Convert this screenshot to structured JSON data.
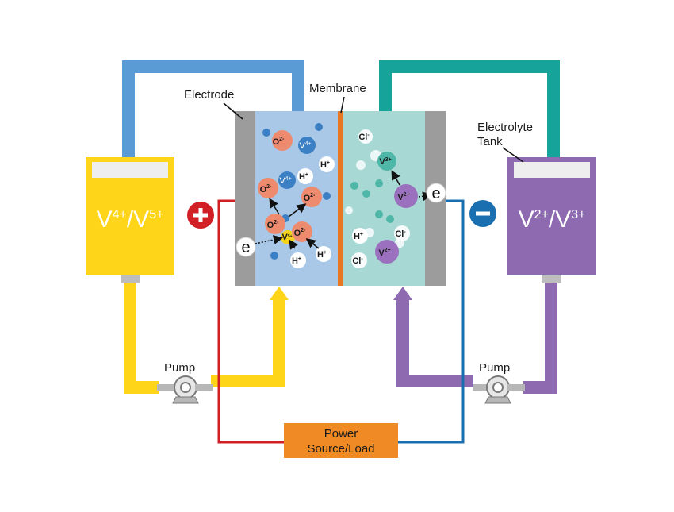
{
  "labels": {
    "electrode": "Electrode",
    "membrane": "Membrane",
    "electrolyte_tank_line1": "Electrolyte",
    "electrolyte_tank_line2": "Tank",
    "pump_left": "Pump",
    "pump_right": "Pump",
    "power_line1": "Power",
    "power_line2": "Source/Load"
  },
  "tanks": {
    "left": {
      "ion1": "V",
      "sup1": "4+",
      "slash": "/",
      "ion2": "V",
      "sup2": "5+",
      "color": "#FFD51A"
    },
    "right": {
      "ion1": "V",
      "sup1": "2+",
      "slash": "/",
      "ion2": "V",
      "sup2": "3+",
      "color": "#8E6BB0"
    }
  },
  "terminals": {
    "positive": "+",
    "negative": "−",
    "electron_left": "e",
    "electron_right": "e"
  },
  "ions_left": {
    "o2_a": "O",
    "o2_a_sup": "2-",
    "v4_a": "V",
    "v4_a_sup": "4+",
    "o2_b": "O",
    "o2_b_sup": "2-",
    "v4_b": "V",
    "v4_b_sup": "4+",
    "h_a": "H",
    "h_a_sup": "+",
    "o2_c": "O",
    "o2_c_sup": "2-",
    "o2_d": "O",
    "o2_d_sup": "2-",
    "v5": "V",
    "v5_sup": "5+",
    "o2_e": "O",
    "o2_e_sup": "2-",
    "h_b": "H",
    "h_b_sup": "+",
    "h_c": "H",
    "h_c_sup": "+"
  },
  "ions_right": {
    "cl_a": "Cl",
    "cl_a_sup": "-",
    "v3": "V",
    "v3_sup": "3+",
    "v2_a": "V",
    "v2_a_sup": "2+",
    "h": "H",
    "h_sup": "+",
    "cl_b": "Cl",
    "cl_b_sup": "-",
    "cl_c": "Cl",
    "cl_c_sup": "-",
    "v2_b": "V",
    "v2_b_sup": "2+"
  },
  "colors": {
    "blue_pipe": "#5B9BD5",
    "teal_pipe": "#16A39A",
    "yellow": "#FFD51A",
    "purple": "#8E6BB0",
    "red_wire": "#D21F26",
    "blue_wire": "#1A6FB0",
    "membrane": "#E87722",
    "power_box": "#F08A24",
    "electrode_gray": "#9C9C9C",
    "left_electrolyte": "#A9C8E8",
    "right_electrolyte": "#A8D8D4",
    "oxygen": "#EE8A6E",
    "vanadium4": "#3B7FC4",
    "vanadium5": "#F4D21E",
    "vanadium3": "#4FB7A8",
    "vanadium2": "#9A70BF"
  },
  "icons": [
    "plus-icon",
    "minus-icon",
    "pump-icon",
    "arrow-icon"
  ]
}
